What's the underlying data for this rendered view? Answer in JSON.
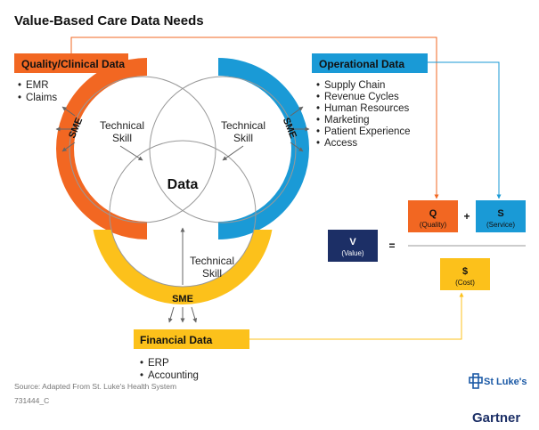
{
  "title": "Value-Based Care Data Needs",
  "quality": {
    "label": "Quality/Clinical Data",
    "items": [
      "EMR",
      "Claims"
    ],
    "color": "#f26722"
  },
  "operational": {
    "label": "Operational Data",
    "items": [
      "Supply Chain",
      "Revenue Cycles",
      "Human Resources",
      "Marketing",
      "Patient Experience",
      "Access"
    ],
    "color": "#1a9ad6"
  },
  "financial": {
    "label": "Financial Data",
    "items": [
      "ERP",
      "Accounting"
    ],
    "color": "#fcc11b"
  },
  "venn": {
    "center": "Data",
    "sme": "SME",
    "technical_line1": "Technical",
    "technical_line2": "Skill"
  },
  "formula": {
    "q": "Q",
    "q_sub": "(Quality)",
    "plus": "+",
    "s": "S",
    "s_sub": "(Service)",
    "v": "V",
    "v_sub": "(Value)",
    "equals": "=",
    "cost": "$",
    "cost_sub": "(Cost)",
    "navy": "#1c2f66"
  },
  "source": "Source: Adapted From St. Luke's Health System",
  "code": "731444_C",
  "logos": {
    "stlukes": "St Luke's",
    "gartner": "Gartner"
  }
}
